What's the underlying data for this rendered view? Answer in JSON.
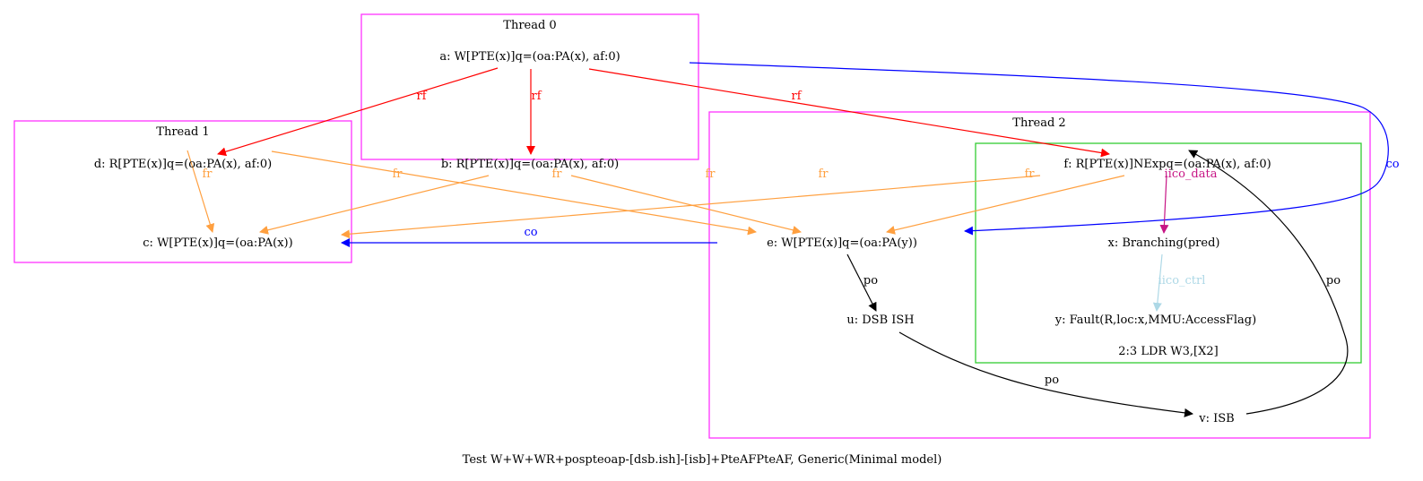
{
  "caption": "Test W+W+WR+pospteoap-[dsb.ish]-[isb]+PteAFPteAF, Generic(Minimal model)",
  "clusters": {
    "thread0": "Thread 0",
    "thread1": "Thread 1",
    "thread2": "Thread 2",
    "inner_label": "2:3 LDR W3,[X2]"
  },
  "nodes": {
    "a": "a: W[PTE(x)]q=(oa:PA(x), af:0)",
    "b": "b: R[PTE(x)]q=(oa:PA(x), af:0)",
    "c": "c: W[PTE(x)]q=(oa:PA(x))",
    "d": "d: R[PTE(x)]q=(oa:PA(x), af:0)",
    "e": "e: W[PTE(x)]q=(oa:PA(y))",
    "f": "f: R[PTE(x)]NExpq=(oa:PA(x), af:0)",
    "x": "x: Branching(pred)",
    "y": "y: Fault(R,loc:x,MMU:AccessFlag)",
    "u": "u: DSB ISH",
    "v": "v: ISB"
  },
  "edge_labels": {
    "rf": "rf",
    "fr": "fr",
    "co": "co",
    "po": "po",
    "iico_data": "iico_data",
    "iico_ctrl": "iico_ctrl"
  },
  "colors": {
    "cluster": "#ff33ff",
    "inner_cluster": "#33cc33",
    "rf": "#ff0000",
    "fr": "#ffa040",
    "co": "#0000ff",
    "po": "#000000",
    "iico_data": "#c71585",
    "iico_ctrl": "#add8e6"
  }
}
